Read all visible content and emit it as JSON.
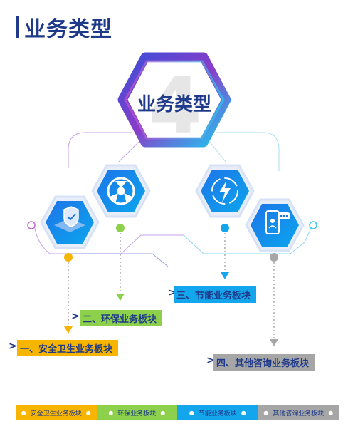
{
  "page": {
    "title": "业务类型"
  },
  "hub": {
    "label": "业务类型",
    "number": "4"
  },
  "segments": [
    {
      "id": "safety",
      "label": "一、安全卫生业务板块",
      "legend": "安全卫生业务板块",
      "icon": "safety-shield-icon",
      "color": "#f7b500"
    },
    {
      "id": "env",
      "label": "二、环保业务板块",
      "legend": "环保业务板块",
      "icon": "fan-icon",
      "color": "#8dd04b"
    },
    {
      "id": "energy",
      "label": "三、节能业务板块",
      "legend": "节能业务板块",
      "icon": "energy-bolt-icon",
      "color": "#13a6ec"
    },
    {
      "id": "consult",
      "label": "四、其他咨询业务板块",
      "legend": "其他咨询业务板块",
      "icon": "phone-consult-icon",
      "color": "#a6a6a6"
    }
  ],
  "caret": ">"
}
